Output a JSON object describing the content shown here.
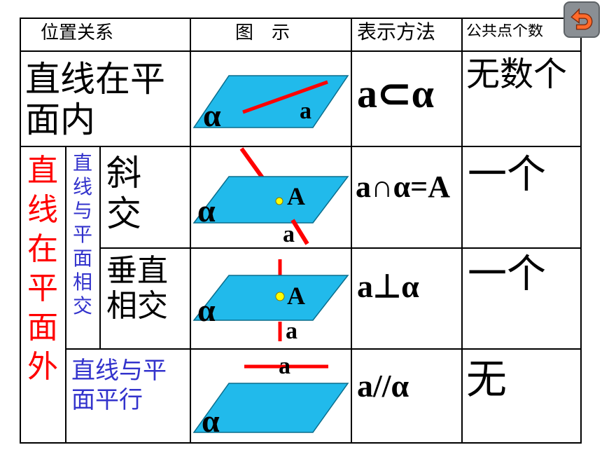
{
  "table": {
    "headers": [
      "位置关系",
      "图　示",
      "表示方法",
      "公共点个数"
    ],
    "rows": [
      {
        "relation": "直线在平面内",
        "notation": "a⊂α",
        "points": "无数个",
        "figure": {
          "plane": "α",
          "line": "a"
        }
      },
      {
        "relation": "斜交",
        "notation": "a∩α=A",
        "points": "一个",
        "figure": {
          "plane": "α",
          "line": "a",
          "point": "A"
        }
      },
      {
        "relation": "垂直相交",
        "notation": "a⊥α",
        "points": "一个",
        "figure": {
          "plane": "α",
          "line": "a",
          "point": "A"
        }
      },
      {
        "relation": "直线与平面平行",
        "notation": "a//α",
        "points": "无",
        "figure": {
          "plane": "α",
          "line": "a"
        }
      }
    ],
    "group_outside": "直线在平面外",
    "group_intersect": "直线与平面相交"
  },
  "colors": {
    "plane": "#21BAEB",
    "line": "#FF0000",
    "point": "#FFFF00",
    "red_text": "#FF0000",
    "blue_text": "#3333CC"
  },
  "nav": {
    "back_icon": "u-turn-back-icon"
  }
}
